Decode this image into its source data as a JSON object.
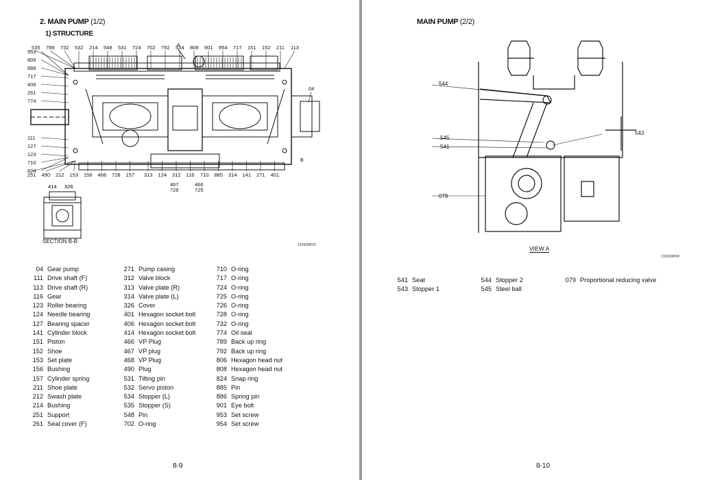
{
  "left": {
    "title_main": "2. MAIN PUMP",
    "title_part": "(1/2)",
    "subtitle": "1) STRUCTURE",
    "section_label": "SECTION B-B",
    "figure_code": "21092MP02",
    "view_letters": {
      "a": "A",
      "b": "B"
    },
    "callouts": {
      "top": [
        "535",
        "789",
        "732",
        "532",
        "214",
        "548",
        "531",
        "724",
        "702",
        "792",
        "534",
        "808",
        "901",
        "954",
        "717",
        "151",
        "152",
        "211",
        "113"
      ],
      "left": [
        "953",
        "806",
        "886",
        "717",
        "406",
        "261",
        "774",
        "111",
        "127",
        "123",
        "710",
        "824"
      ],
      "bottom": [
        "251",
        "490",
        "212",
        "153",
        "156",
        "468",
        "728",
        "157",
        "313",
        "124",
        "312",
        "116",
        "710",
        "885",
        "314",
        "141",
        "271",
        "401"
      ],
      "bottom_low": [
        "467",
        "726",
        "466",
        "725"
      ],
      "right": "04",
      "section": [
        "414",
        "326"
      ]
    },
    "parts": [
      {
        "no": "04",
        "name": "Gear pump"
      },
      {
        "no": "111",
        "name": "Drive shaft (F)"
      },
      {
        "no": "113",
        "name": "Drive shaft (R)"
      },
      {
        "no": "116",
        "name": "Gear"
      },
      {
        "no": "123",
        "name": "Roller bearing"
      },
      {
        "no": "124",
        "name": "Needle bearing"
      },
      {
        "no": "127",
        "name": "Bearing spacer"
      },
      {
        "no": "141",
        "name": "Cylinder block"
      },
      {
        "no": "151",
        "name": "Piston"
      },
      {
        "no": "152",
        "name": "Shoe"
      },
      {
        "no": "153",
        "name": "Set plate"
      },
      {
        "no": "156",
        "name": "Bushing"
      },
      {
        "no": "157",
        "name": "Cylinder spring"
      },
      {
        "no": "211",
        "name": "Shoe plate"
      },
      {
        "no": "212",
        "name": "Swash plate"
      },
      {
        "no": "214",
        "name": "Bushing"
      },
      {
        "no": "251",
        "name": "Support"
      },
      {
        "no": "261",
        "name": "Seal cover (F)"
      },
      {
        "no": "271",
        "name": "Pump casing"
      },
      {
        "no": "312",
        "name": "Valve block"
      },
      {
        "no": "313",
        "name": "Valve plate (R)"
      },
      {
        "no": "314",
        "name": "Valve plate (L)"
      },
      {
        "no": "326",
        "name": "Cover"
      },
      {
        "no": "401",
        "name": "Hexagon socket bolt"
      },
      {
        "no": "406",
        "name": "Hexagon socket bolt"
      },
      {
        "no": "414",
        "name": "Hexagon socket bolt"
      },
      {
        "no": "466",
        "name": "VP Plug"
      },
      {
        "no": "467",
        "name": "VP plug"
      },
      {
        "no": "468",
        "name": "VP Plug"
      },
      {
        "no": "490",
        "name": "Plug"
      },
      {
        "no": "531",
        "name": "Tilting pin"
      },
      {
        "no": "532",
        "name": "Servo piston"
      },
      {
        "no": "534",
        "name": "Stopper (L)"
      },
      {
        "no": "535",
        "name": "Stopper (S)"
      },
      {
        "no": "548",
        "name": "Pin"
      },
      {
        "no": "702",
        "name": "O-ring"
      },
      {
        "no": "710",
        "name": "O-ring"
      },
      {
        "no": "717",
        "name": "O-ring"
      },
      {
        "no": "724",
        "name": "O-ring"
      },
      {
        "no": "725",
        "name": "O-ring"
      },
      {
        "no": "726",
        "name": "O-ring"
      },
      {
        "no": "728",
        "name": "O-ring"
      },
      {
        "no": "732",
        "name": "O-ring"
      },
      {
        "no": "774",
        "name": "Oil seal"
      },
      {
        "no": "789",
        "name": "Back up ring"
      },
      {
        "no": "792",
        "name": "Back up ring"
      },
      {
        "no": "806",
        "name": "Hexagon head nut"
      },
      {
        "no": "808",
        "name": "Hexagon head nut"
      },
      {
        "no": "824",
        "name": "Snap ring"
      },
      {
        "no": "885",
        "name": "Pin"
      },
      {
        "no": "886",
        "name": "Spring pin"
      },
      {
        "no": "901",
        "name": "Eye bolt"
      },
      {
        "no": "953",
        "name": "Set screw"
      },
      {
        "no": "954",
        "name": "Set screw"
      }
    ],
    "page_number": "8-9"
  },
  "right": {
    "title_main": "MAIN PUMP",
    "title_part": "(2/2)",
    "view_label": "VIEW  A",
    "figure_code": "21092MP08",
    "callouts": {
      "c544": "544",
      "c543": "543",
      "c545": "545",
      "c541": "541",
      "c079": "079"
    },
    "parts": [
      {
        "no": "541",
        "name": "Seat"
      },
      {
        "no": "543",
        "name": "Stopper 1"
      },
      {
        "no": "544",
        "name": "Stopper 2"
      },
      {
        "no": "545",
        "name": "Steel ball"
      },
      {
        "no": "079",
        "name": "Proportional reducing valve"
      }
    ],
    "page_number": "8-10"
  }
}
